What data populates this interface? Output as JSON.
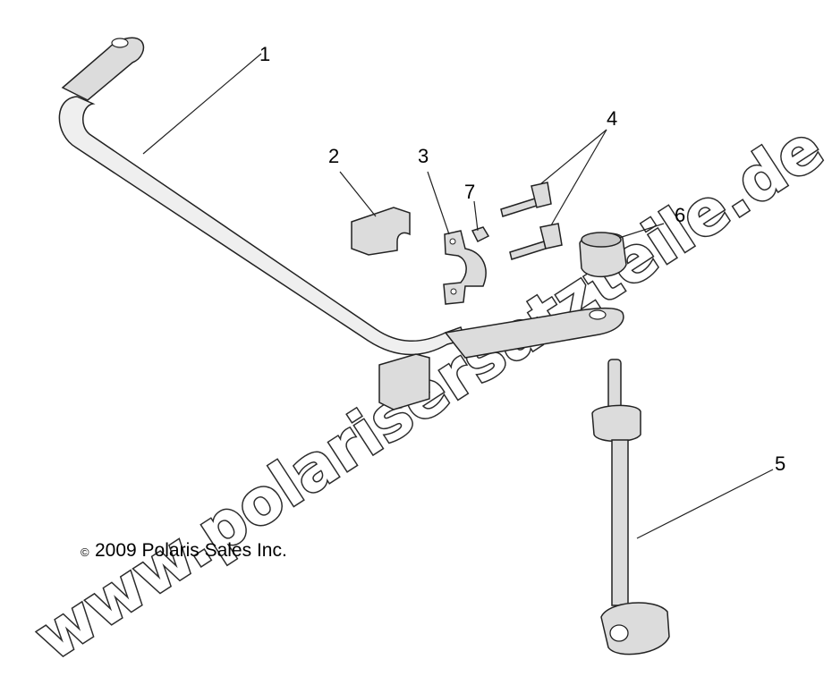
{
  "diagram": {
    "callouts": [
      {
        "id": "1",
        "label": "1"
      },
      {
        "id": "2",
        "label": "2"
      },
      {
        "id": "3",
        "label": "3"
      },
      {
        "id": "4",
        "label": "4"
      },
      {
        "id": "5",
        "label": "5"
      },
      {
        "id": "6",
        "label": "6"
      },
      {
        "id": "7",
        "label": "7"
      }
    ],
    "copyright_symbol": "©",
    "copyright_text": "2009 Polaris Sales Inc.",
    "watermark": "www.polarisersatzteile.de"
  }
}
